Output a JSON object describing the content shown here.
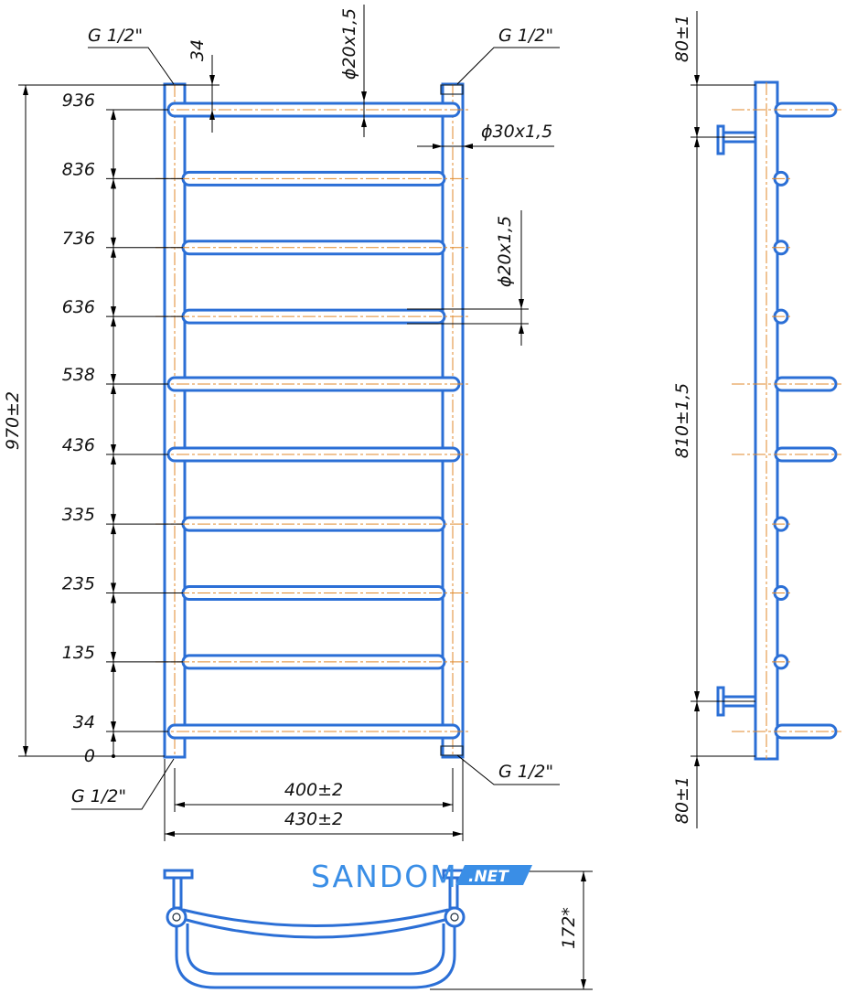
{
  "front_view": {
    "rungs": [
      "936",
      "836",
      "736",
      "636",
      "538",
      "436",
      "335",
      "235",
      "135",
      "34"
    ],
    "zero": "0",
    "overall_height": "970±2",
    "top_offset": "34",
    "rung_diameter_top": "ϕ20x1,5",
    "rung_diameter_mid": "ϕ20x1,5",
    "upright_diameter": "ϕ30x1,5",
    "connection_top_left": "G 1/2\"",
    "connection_top_right": "G 1/2\"",
    "connection_bottom_left": "G 1/2\"",
    "connection_bottom_right": "G 1/2\"",
    "inner_width": "400±2",
    "outer_width": "430±2"
  },
  "side_view": {
    "top_margin": "80±1",
    "center_distance": "810±1,5",
    "bottom_margin": "80±1"
  },
  "top_view": {
    "depth": "172*"
  },
  "watermark": {
    "brand": "SANDOM",
    "suffix": ".NET",
    "brand_color": "#3a8ee6"
  }
}
